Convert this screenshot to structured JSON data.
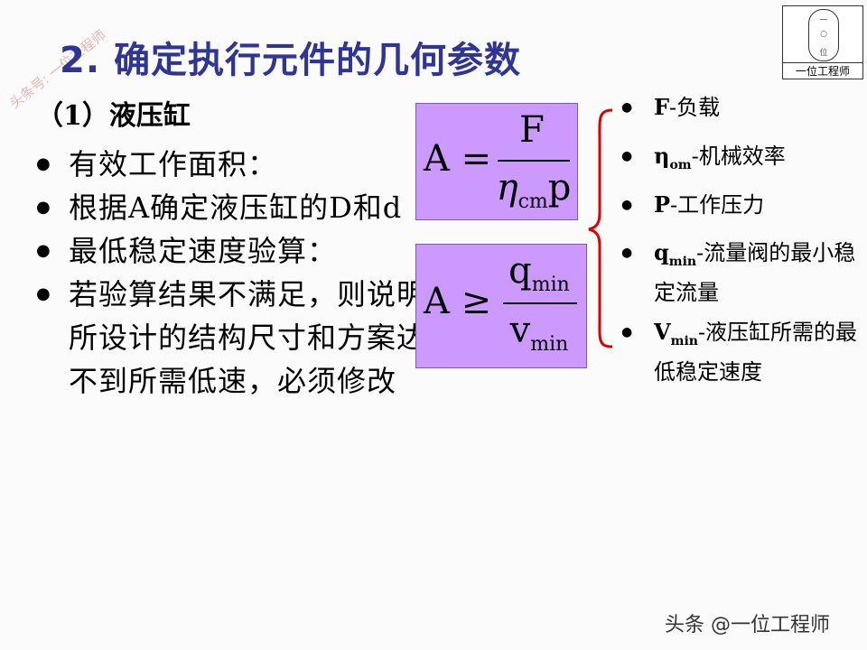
{
  "title": "2. 确定执行元件的几何参数",
  "watermark": "头条号: 一位工程师",
  "logo": {
    "caption": "一位工程师"
  },
  "subhead": "（1）液压缸",
  "main_bullets": [
    "有效工作面积：",
    "根据A确定液压缸的D和d",
    "最低稳定速度验算：",
    "若验算结果不满足，则说明所设计的结构尺寸和方案达不到所需低速，必须修改"
  ],
  "formula1": {
    "lhs": "A =",
    "numerator": "F",
    "denominator_eta": "η",
    "denominator_sub": "cm",
    "denominator_tail": "p"
  },
  "formula2": {
    "lhs": "A ≥",
    "numerator": "q",
    "numerator_sub": "min",
    "denominator": "v",
    "denominator_sub": "min"
  },
  "side_bullets": [
    {
      "sym": "F",
      "sub": "",
      "text": "-负载"
    },
    {
      "sym": "η",
      "sub": "om",
      "text": "-机械效率"
    },
    {
      "sym": "P",
      "sub": "",
      "text": "-工作压力"
    },
    {
      "sym": "q",
      "sub": "min",
      "text": "-流量阀的最小稳定流量"
    },
    {
      "sym": "V",
      "sub": "min",
      "text": "-液压缸所需的最低稳定速度"
    }
  ],
  "bullet_glyph": "●",
  "credit": "头条 @一位工程师",
  "colors": {
    "title": "#2e3596",
    "formula_bg": "#cc99ff",
    "brace": "#e00000",
    "watermark": "#e2a3a3"
  }
}
